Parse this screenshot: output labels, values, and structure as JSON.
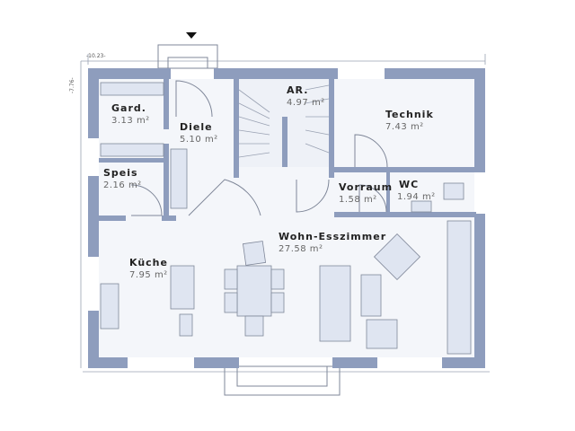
{
  "plan": {
    "dimension_width": "-10.23-",
    "dimension_depth": "-7.76-",
    "entrance_marker_icon": "triangle-down-icon",
    "wall_color": "#8e9dbd",
    "rooms": [
      {
        "name": "Gard.",
        "area": "3.13 m²"
      },
      {
        "name": "Diele",
        "area": "5.10 m²"
      },
      {
        "name": "AR.",
        "area": "4.97 m²"
      },
      {
        "name": "Technik",
        "area": "7.43 m²"
      },
      {
        "name": "Speis",
        "area": "2.16 m²"
      },
      {
        "name": "Vorraum",
        "area": "1.58 m²"
      },
      {
        "name": "WC",
        "area": "1.94 m²"
      },
      {
        "name": "Wohn-Esszimmer",
        "area": "27.58 m²"
      },
      {
        "name": "Küche",
        "area": "7.95 m²"
      }
    ]
  }
}
